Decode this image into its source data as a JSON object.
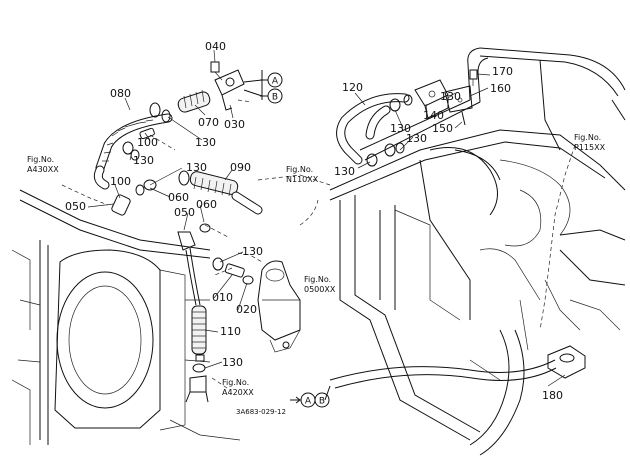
{
  "part_labels": {
    "p040": "040",
    "p080": "080",
    "p070": "070",
    "p030": "030",
    "p100a": "100",
    "p130a": "130",
    "p130b": "130",
    "p130c": "130",
    "p090": "090",
    "p100b": "100",
    "p060a": "060",
    "p050a": "050",
    "p050b": "050",
    "p060b": "060",
    "p130d": "130",
    "p010": "010",
    "p020": "020",
    "p110": "110",
    "p130e": "130",
    "p120": "120",
    "p170": "170",
    "p160": "160",
    "p130f": "130",
    "p130g": "130",
    "p140": "140",
    "p150": "150",
    "p130h": "130",
    "p130i": "130",
    "p180": "180"
  },
  "fig_refs": {
    "a430": {
      "line1": "Fig.No.",
      "line2": "A430XX"
    },
    "n110": {
      "line1": "Fig.No.",
      "line2": "N110XX"
    },
    "p115": {
      "line1": "Fig.No.",
      "line2": "P115XX"
    },
    "o500": {
      "line1": "Fig.No.",
      "line2": "0500XX"
    },
    "a420": {
      "line1": "Fig.No.",
      "line2": "A420XX"
    }
  },
  "connectors": {
    "top_a": "A",
    "top_b": "B",
    "bottom_a": "A",
    "bottom_b": "B"
  },
  "drawing_code": "3A683-029-12"
}
